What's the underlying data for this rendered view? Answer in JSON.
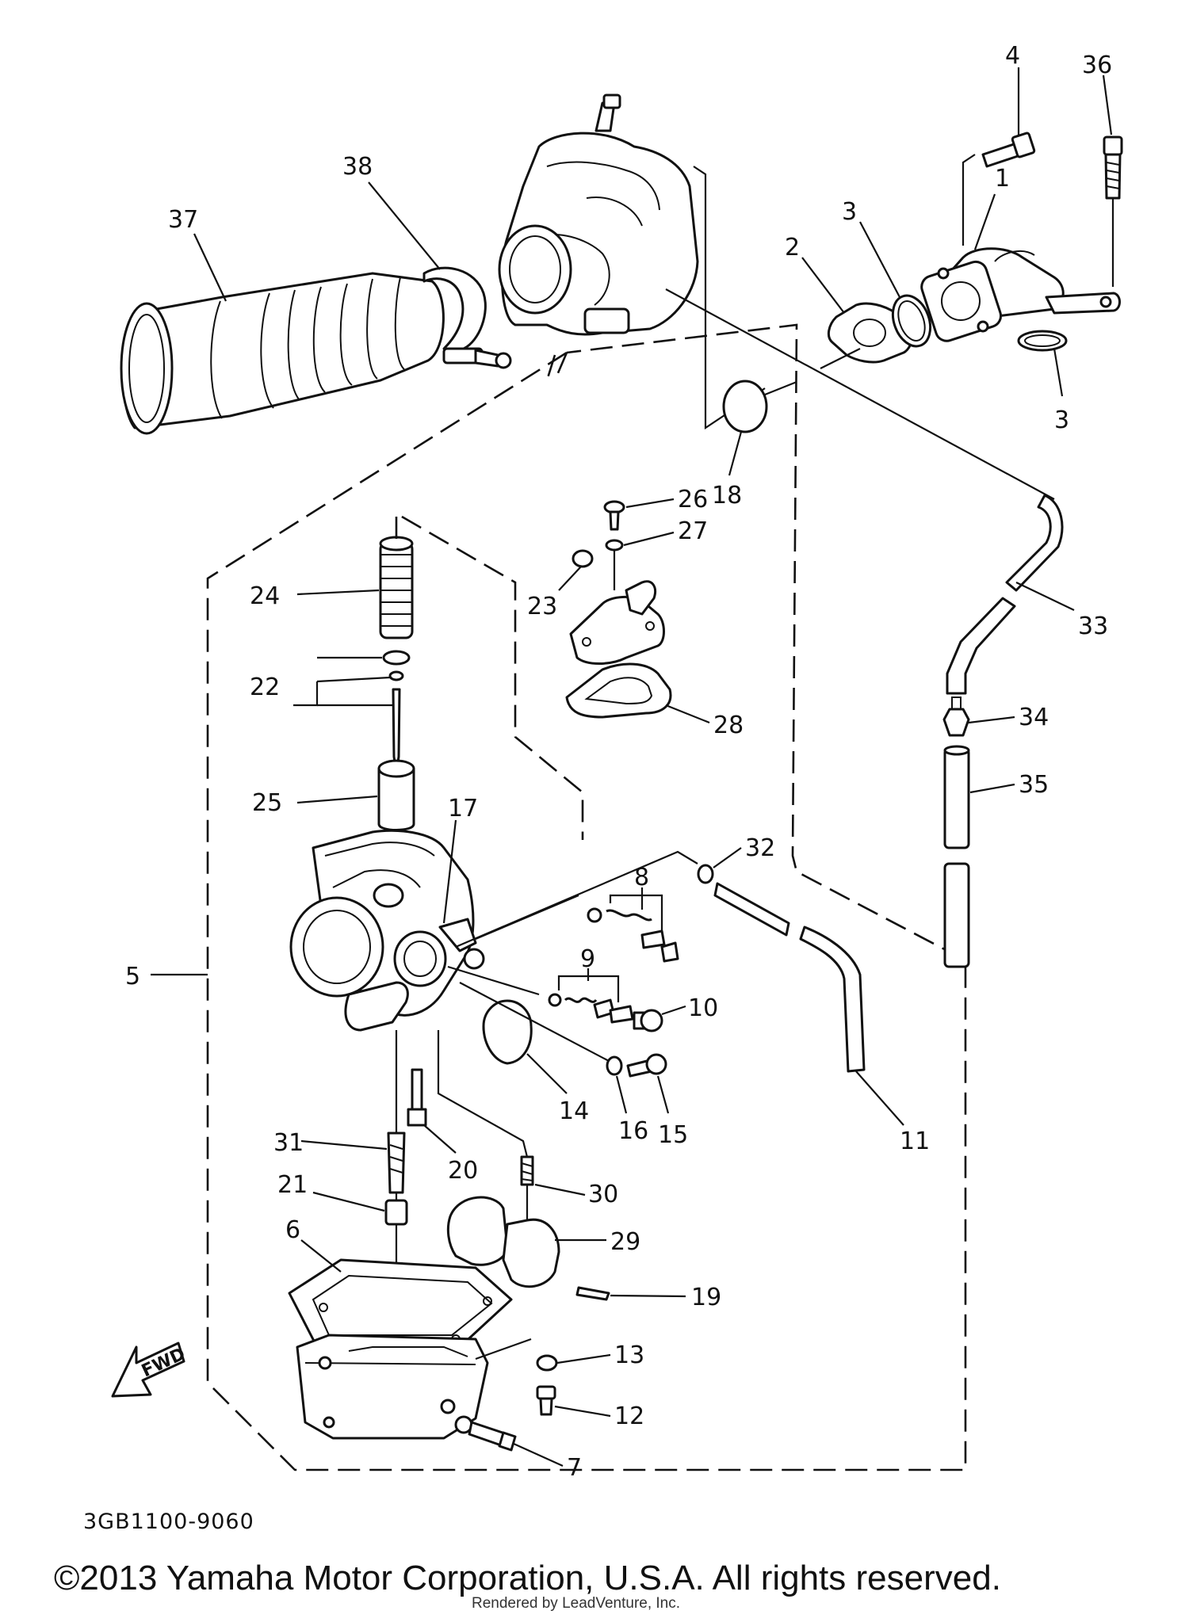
{
  "diagram": {
    "code": "3GB1100-9060",
    "fwd_label": "FWD",
    "callouts": [
      {
        "id": "1",
        "text": "1"
      },
      {
        "id": "2",
        "text": "2"
      },
      {
        "id": "3a",
        "text": "3"
      },
      {
        "id": "3b",
        "text": "3"
      },
      {
        "id": "4",
        "text": "4"
      },
      {
        "id": "5",
        "text": "5"
      },
      {
        "id": "6",
        "text": "6"
      },
      {
        "id": "7",
        "text": "7"
      },
      {
        "id": "8",
        "text": "8"
      },
      {
        "id": "9",
        "text": "9"
      },
      {
        "id": "10",
        "text": "10"
      },
      {
        "id": "11",
        "text": "11"
      },
      {
        "id": "12",
        "text": "12"
      },
      {
        "id": "13",
        "text": "13"
      },
      {
        "id": "14",
        "text": "14"
      },
      {
        "id": "15",
        "text": "15"
      },
      {
        "id": "16",
        "text": "16"
      },
      {
        "id": "17",
        "text": "17"
      },
      {
        "id": "18",
        "text": "18"
      },
      {
        "id": "19",
        "text": "19"
      },
      {
        "id": "20",
        "text": "20"
      },
      {
        "id": "21",
        "text": "21"
      },
      {
        "id": "22",
        "text": "22"
      },
      {
        "id": "23",
        "text": "23"
      },
      {
        "id": "24",
        "text": "24"
      },
      {
        "id": "25",
        "text": "25"
      },
      {
        "id": "26",
        "text": "26"
      },
      {
        "id": "27",
        "text": "27"
      },
      {
        "id": "28",
        "text": "28"
      },
      {
        "id": "29",
        "text": "29"
      },
      {
        "id": "30",
        "text": "30"
      },
      {
        "id": "31",
        "text": "31"
      },
      {
        "id": "32",
        "text": "32"
      },
      {
        "id": "33",
        "text": "33"
      },
      {
        "id": "34",
        "text": "34"
      },
      {
        "id": "35",
        "text": "35"
      },
      {
        "id": "36",
        "text": "36"
      },
      {
        "id": "37",
        "text": "37"
      },
      {
        "id": "38",
        "text": "38"
      }
    ]
  },
  "footer": {
    "copyright": "©2013 Yamaha Motor Corporation, U.S.A. All rights reserved.",
    "rendered_by": "Rendered by LeadVenture, Inc."
  }
}
